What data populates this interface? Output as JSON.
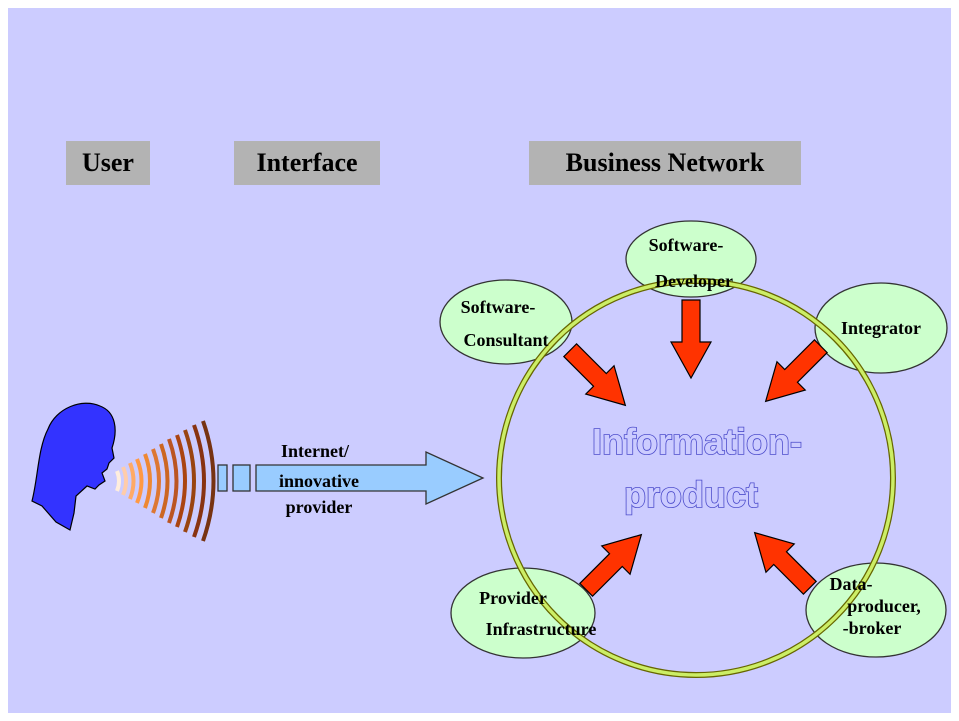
{
  "headers": {
    "user": "User",
    "interface": "Interface",
    "business_network": "Business Network"
  },
  "channel_label": {
    "line1": "Internet/",
    "line2": "innovative",
    "line3": "provider"
  },
  "center_label": {
    "line1": "Information-",
    "line2": "product"
  },
  "roles": {
    "software_developer": {
      "line1": "Software-",
      "line2": "Developer"
    },
    "software_consultant": {
      "line1": "Software-",
      "line2": "Consultant"
    },
    "integrator": {
      "line1": "Integrator"
    },
    "provider_infrastructure": {
      "line1": "Provider",
      "line2": "Infrastructure"
    },
    "data_producer_broker": {
      "line1": "Data-",
      "line2": "producer,",
      "line3": "-broker"
    }
  },
  "icons": {
    "user": "speaking-head-icon",
    "signal": "sound-waves-icon"
  },
  "colors": {
    "background": "#ccccff",
    "header_box": "#b3b3b3",
    "role_bubble": "#ccffcc",
    "network_ring": "#ccee66",
    "arrow": "#ff3300",
    "channel_arrow": "#99ccff",
    "user_head": "#3333ff"
  }
}
